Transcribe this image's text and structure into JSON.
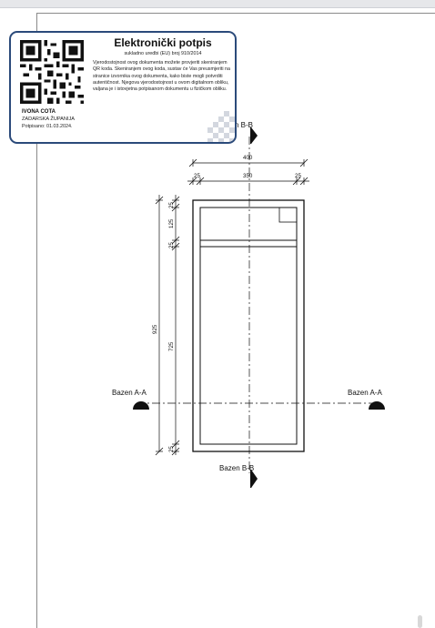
{
  "signature": {
    "title": "Elektronički potpis",
    "subtitle": "sukladno uredbi (EU) broj 910/2014",
    "body": "Vjerodostojnost ovog dokumenta možete provjeriti skeniranjem QR koda. Skeniranjem ovog koda, sustav će Vas preusmjeriti na stranice izvornika ovog dokumenta, kako biste mogli potvrditi autentičnost. Njegova vjerodostojnost u ovom digitalnom obliku, valjana je i istovjetna potpisanom dokumentu u fizičkom obliku.",
    "signer_name": "IVONA COTA",
    "signer_org": "ZADARSKA ŽUPANIJA",
    "signed_date": "Potpisano: 01.03.2024.",
    "border_color": "#2b4a7a",
    "qr_icon": "qr-code-icon"
  },
  "drawing": {
    "section_top": "n B-B",
    "section_bottom": "Bazen B-B",
    "section_left": "Bazen A-A",
    "section_right": "Bazen A-A",
    "dims": {
      "overall_width": "400",
      "inner_width": "350",
      "wall_left": "25",
      "wall_right": "25",
      "overall_height": "925",
      "top_segment": "125",
      "wall_mid": "25",
      "main_segment": "725",
      "wall_top": "25",
      "wall_bottom": "25"
    }
  }
}
